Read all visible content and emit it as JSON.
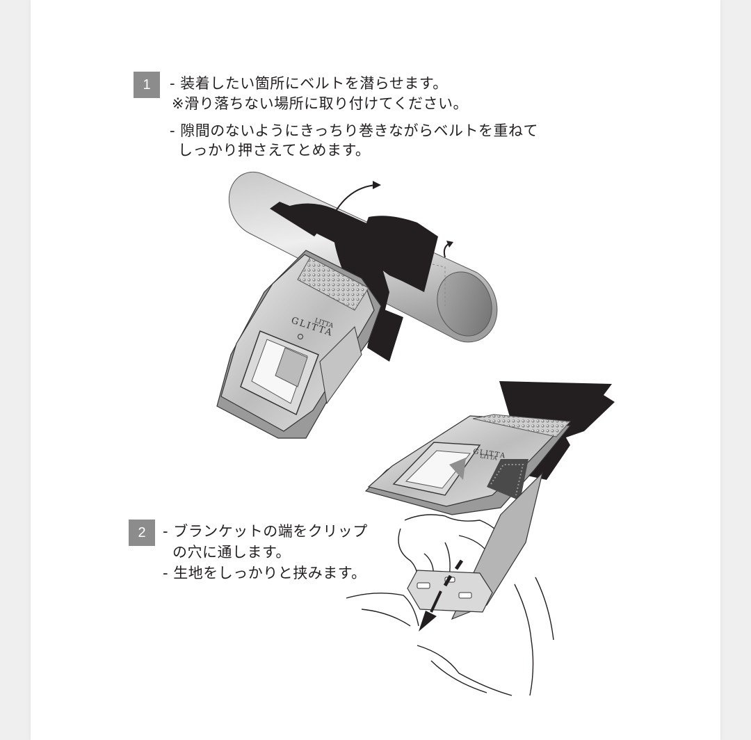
{
  "step1": {
    "number": "1",
    "lines": [
      "- 装着したい箇所にベルトを潜らせます。",
      "※滑り落ちない場所に取り付けてください。",
      "- 隙間のないようにきっちり巻きながらベルトを重ねて",
      "しっかり押さえてとめます。"
    ]
  },
  "step2": {
    "number": "2",
    "lines": [
      "- ブランケットの端をクリップ",
      "の穴に通します。",
      "- 生地をしっかりと挟みます。"
    ]
  },
  "clip_brand": {
    "top": "LITTA",
    "main": "GLITTA"
  },
  "colors": {
    "page": "#ffffff",
    "badge": "#8c8c8c",
    "text": "#231f20",
    "belt": "#231f20"
  }
}
